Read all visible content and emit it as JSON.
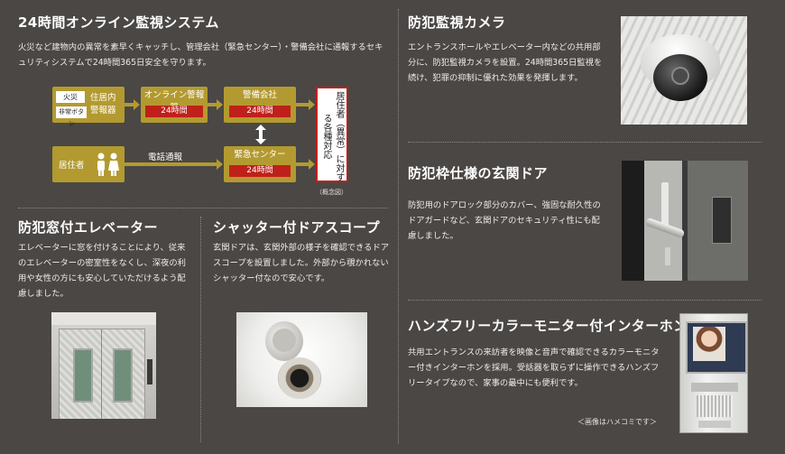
{
  "monitoring": {
    "title": "24時間オンライン監視システム",
    "body": "火災など建物内の異常を素早くキャッチし、管理会社（緊急センター）・警備会社に通報するセキュリティシステムで24時間365日安全を守ります。",
    "diagram": {
      "fire": "火災",
      "emergency_button": "非常ボタン",
      "alarm_line1": "住居内",
      "alarm_line2": "警報器",
      "online_alarm": "オンライン警報器",
      "hours_24": "24時間",
      "security_company": "警備会社",
      "emergency_center": "緊急センター",
      "resident": "居住者",
      "phone_report": "電話通報",
      "response": "居住者（異常）に対する各種対応",
      "note": "（概念図）"
    }
  },
  "elevator": {
    "title": "防犯窓付エレベーター",
    "body": "エレベーターに窓を付けることにより、従来のエレベーターの密室性をなくし、深夜の利用や女性の方にも安心していただけるよう配慮しました。"
  },
  "scope": {
    "title": "シャッター付ドアスコープ",
    "body": "玄関ドアは、玄関外部の様子を確認できるドアスコープを設置しました。外部から覗かれないシャッター付なので安心です。"
  },
  "camera": {
    "title": "防犯監視カメラ",
    "body": "エントランスホールやエレベーター内などの共用部分に、防犯監視カメラを設置。24時間365日監視を続け、犯罪の抑制に優れた効果を発揮します。"
  },
  "door": {
    "title": "防犯枠仕様の玄関ドア",
    "body": "防犯用のドアロック部分のカバー、強固な耐久性のドアガードなど、玄関ドアのセキュリティ性にも配慮しました。"
  },
  "intercom": {
    "title": "ハンズフリーカラーモニター付インターホン",
    "body": "共用エントランスの来訪者を映像と音声で確認できるカラーモニター付きインターホンを採用。受話器を取らずに操作できるハンズフリータイプなので、家事の最中にも便利です。",
    "note": "＜画像はハメコミです＞"
  }
}
